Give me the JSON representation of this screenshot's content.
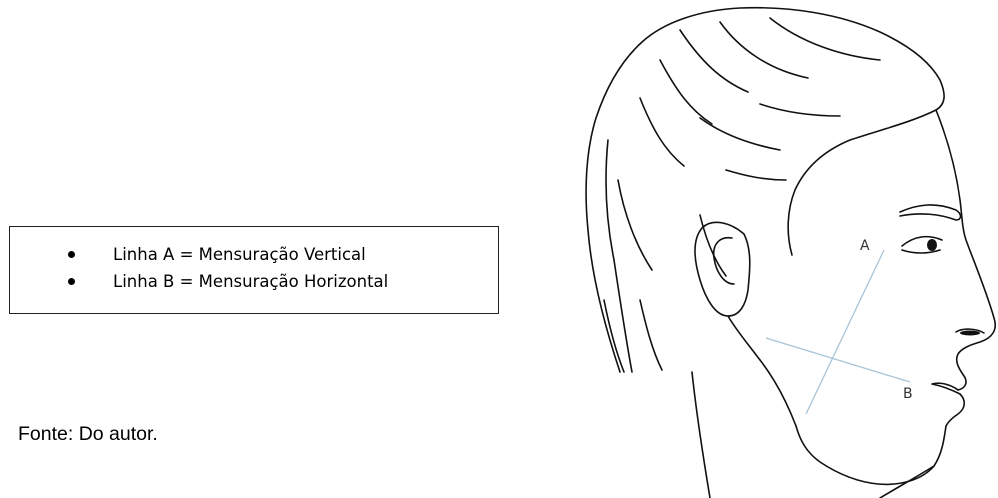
{
  "legend": {
    "items": [
      {
        "label": "Linha A = Mensuração Vertical"
      },
      {
        "label": "Linha B = Mensuração Horizontal"
      }
    ]
  },
  "source_note": "Fonte: Do autor.",
  "figure": {
    "line_a_label": "A",
    "line_b_label": "B",
    "line_color": "#a9c4d6",
    "stroke_color": "#111111"
  }
}
